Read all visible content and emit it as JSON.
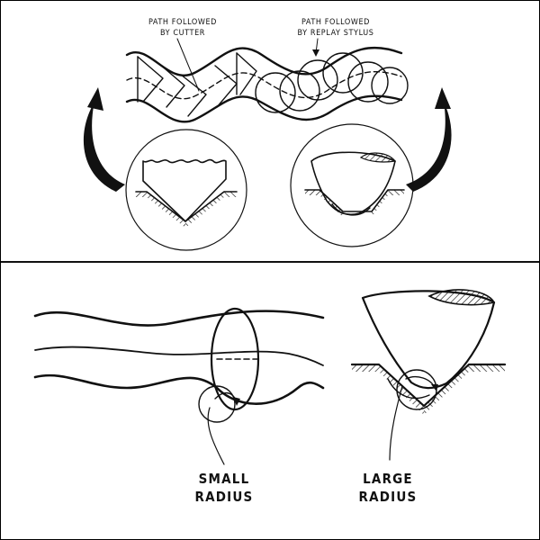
{
  "top_panel": {
    "label_cutter": [
      "PATH FOLLOWED",
      "BY CUTTER"
    ],
    "label_stylus": [
      "PATH FOLLOWED",
      "BY REPLAY STYLUS"
    ]
  },
  "bottom_panel": {
    "label_small": [
      "SMALL",
      "RADIUS"
    ],
    "label_large": [
      "LARGE",
      "RADIUS"
    ]
  }
}
